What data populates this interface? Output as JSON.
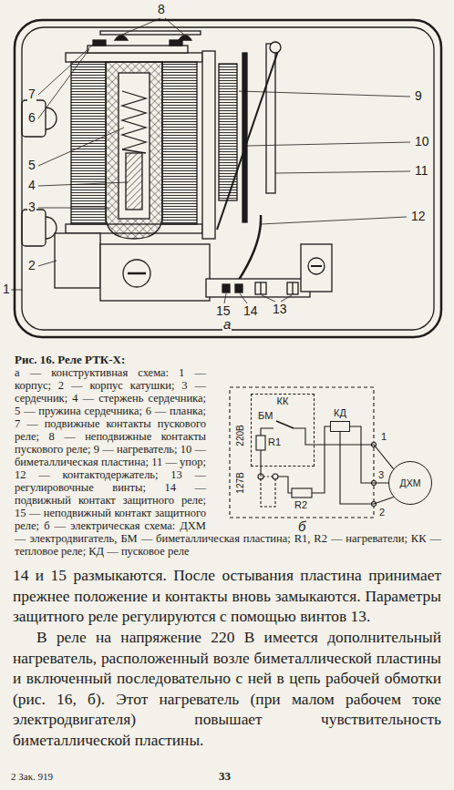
{
  "diagram": {
    "title": "Рис. 16. Реле РТК-Х:",
    "caption": "а — конструктивная схема: 1 — корпус; 2 — корпус катушки; 3 — сердечник; 4 — стержень сердечника; 5 — пружина сердечника; 6 — планка; 7 — подвижные контакты пускового реле; 8 — неподвижные контакты пускового реле; 9 — нагреватель; 10 — биметаллическая пластина; 11 — упор; 12 — контактодержатель; 13 — регулировочные винты; 14 — подвижный контакт защитного реле; 15 — неподвижный контакт защитного реле; б — электрическая схема: ДХМ — электродвигатель, БМ — биметаллическая пластина; R1, R2 — нагреватели; КК — тепловое реле; КД — пусковое реле",
    "nodes": [
      {
        "text": [
          "КК"
        ]
      },
      {
        "text": [
          "КД"
        ]
      },
      {
        "text": [
          "ДХМ"
        ]
      }
    ],
    "edges": [
      {
        "from": 0,
        "to": 2,
        "label": "1",
        "arrow": "none"
      },
      {
        "from": 1,
        "to": 2,
        "label": "3",
        "arrow": "none"
      },
      {
        "from": 1,
        "to": 2,
        "label": "2",
        "arrow": "none"
      }
    ],
    "labels": [
      "8",
      "7",
      "6",
      "5",
      "4",
      "3",
      "2",
      "1",
      "9",
      "10",
      "11",
      "12",
      "13",
      "14",
      "15",
      "а",
      "БМ",
      "R1",
      "R2",
      "220В",
      "127В",
      "б",
      "14 и 15 размыкаются. После остывания пластина принимает прежнее положение и контакты вновь замыкаются. Параметры защитного реле регулируются с помощью винтов 13.",
      "В реле на напряжение 220 В имеется дополнительный нагреватель, расположенный возле биметаллической пластины и включенный последовательно с ней в цепь рабочей обмотки (рис. 16, б). Этот нагреватель (при малом рабочем токе электродвигателя) повышает чувствительность биметаллической пластины.",
      "2 Зак. 919",
      "33"
    ]
  }
}
